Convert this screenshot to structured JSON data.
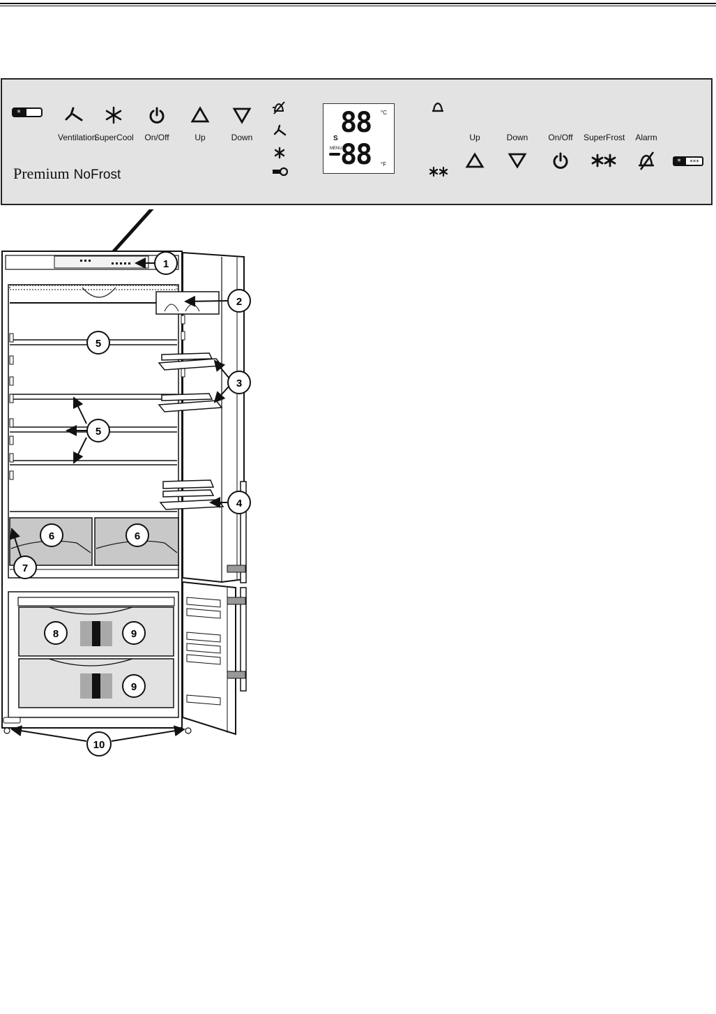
{
  "panel": {
    "brand": "Premium",
    "brand_sub": "NoFrost",
    "left_controls": [
      {
        "label": "",
        "icon": "fridge-compartment-icon"
      },
      {
        "label": "Ventilation",
        "icon": "fan-icon"
      },
      {
        "label": "SuperCool",
        "icon": "snowflake-icon"
      },
      {
        "label": "On/Off",
        "icon": "power-icon"
      },
      {
        "label": "Up",
        "icon": "triangle-up-icon"
      },
      {
        "label": "Down",
        "icon": "triangle-down-icon"
      }
    ],
    "status_icons": [
      "alarm-off-icon",
      "fan-icon",
      "supercool-icon",
      "key-lock-icon"
    ],
    "display": {
      "upper": "88",
      "lower": "88",
      "unit_c": "°C",
      "unit_f": "°F",
      "s": "S",
      "menu": "MENU"
    },
    "right_controls": [
      {
        "label": "Up",
        "icon": "triangle-up-icon"
      },
      {
        "label": "Down",
        "icon": "triangle-down-icon"
      },
      {
        "label": "On/Off",
        "icon": "power-icon"
      },
      {
        "label": "SuperFrost",
        "icon": "double-star-icon"
      },
      {
        "label": "Alarm",
        "icon": "alarm-off-icon"
      },
      {
        "label": "",
        "icon": "freezer-compartment-icon"
      }
    ],
    "right_status_icons": [
      "bell-icon",
      "superfrost-icon"
    ]
  },
  "callouts": [
    "1",
    "2",
    "3",
    "4",
    "5",
    "5",
    "6",
    "6",
    "7",
    "8",
    "9",
    "9",
    "10"
  ],
  "colors": {
    "panel_bg": "#e3e3e3",
    "drawer_bg": "#bdbdbd",
    "outline": "#111111"
  }
}
